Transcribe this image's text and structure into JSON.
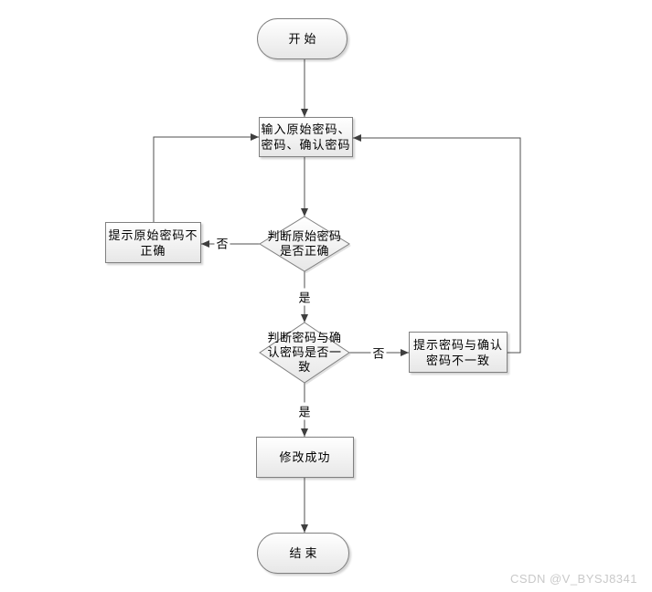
{
  "palette": {
    "background": "#ffffff",
    "shape_border": "#808080",
    "shape_fill_top": "#ffffff",
    "shape_fill_bottom": "#e7e7e7",
    "connector": "#4f4f4f",
    "arrowhead": "#3f3f3f",
    "text": "#000000",
    "watermark": "#c9c9c9"
  },
  "nodes": {
    "start": {
      "type": "terminator",
      "label": "开始"
    },
    "input": {
      "type": "process",
      "lines": [
        "输入原始密码、",
        "密码、确认密码"
      ]
    },
    "check_original": {
      "type": "decision",
      "lines": [
        "判断原始密码",
        "是否正确"
      ]
    },
    "prompt_original_incorrect": {
      "type": "process",
      "lines": [
        "提示原始密码不",
        "正确"
      ]
    },
    "check_confirm": {
      "type": "decision",
      "lines": [
        "判断密码与确",
        "认密码是否一",
        "致"
      ]
    },
    "prompt_confirm_mismatch": {
      "type": "process",
      "lines": [
        "提示密码与确认",
        "密码不一致"
      ]
    },
    "success": {
      "type": "process",
      "label": "修改成功"
    },
    "end": {
      "type": "terminator",
      "label": "结束"
    }
  },
  "edge_labels": {
    "original_no": "否",
    "original_yes": "是",
    "confirm_no": "否",
    "confirm_yes": "是"
  },
  "watermark": {
    "text": "CSDN @V_BYSJ8341"
  }
}
